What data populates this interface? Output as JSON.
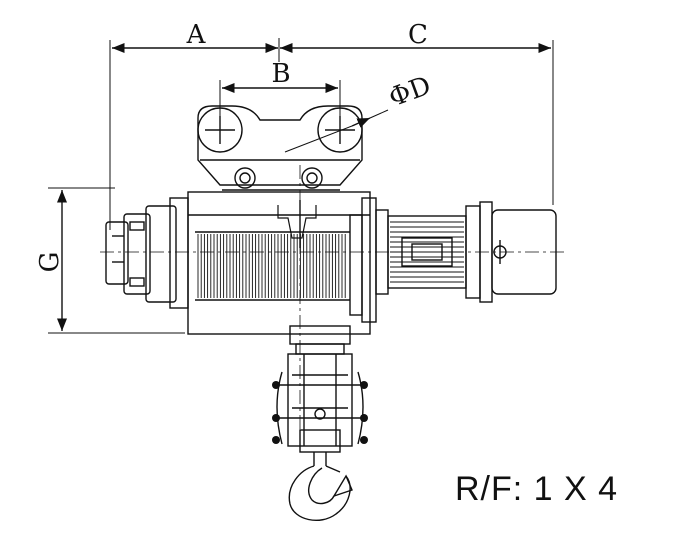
{
  "dimensions": {
    "a": "A",
    "b": "B",
    "c": "C",
    "d": "ΦD",
    "g": "G"
  },
  "caption": "R/F:  1 X 4"
}
